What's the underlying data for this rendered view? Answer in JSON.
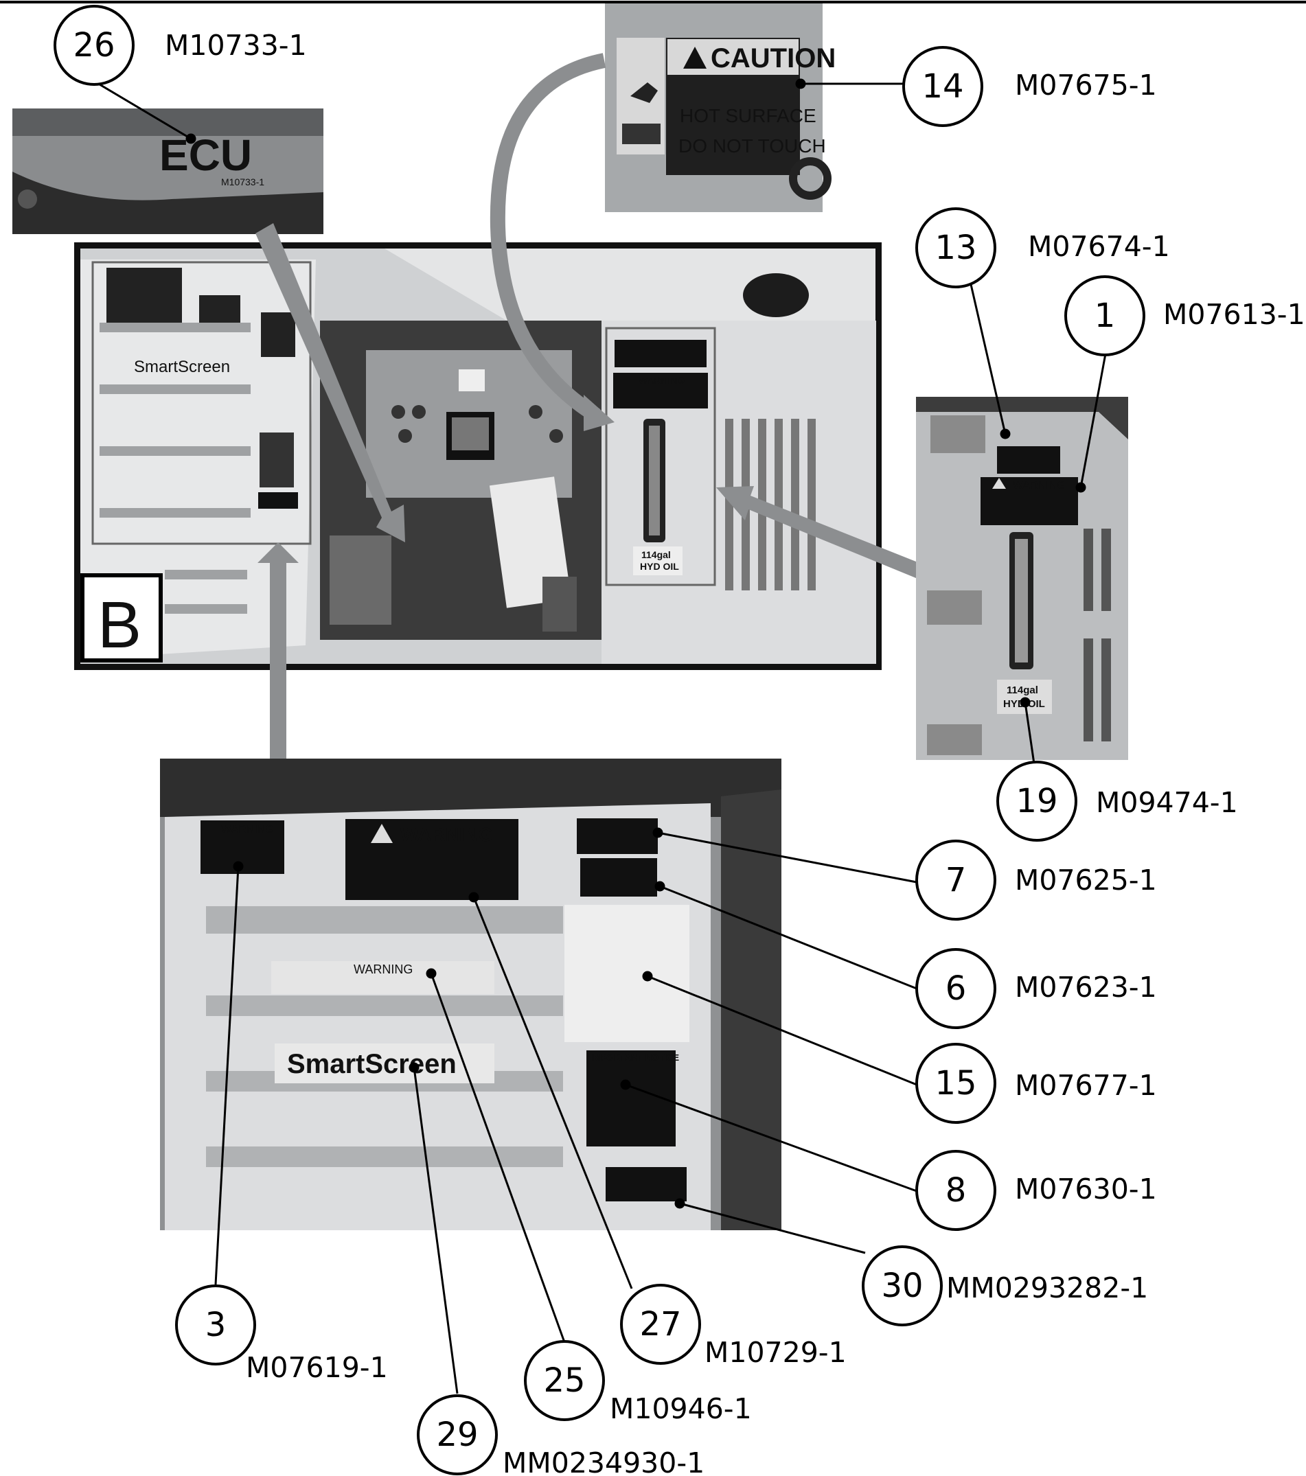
{
  "photo_labels": {
    "ecu_text": "ECU",
    "ecu_code": "M10733-1",
    "caution_title": "CAUTION",
    "caution_line1": "HOT SURFACE",
    "caution_line2": "DO NOT TOUCH",
    "oil_qty": "114gal",
    "oil_type": "HYD OIL",
    "smartscreen": "SmartScreen",
    "warning": "WARNING",
    "important_notice": "IMPORTANT NOTICE",
    "view_letter": "B"
  },
  "callouts": [
    {
      "number": "26",
      "part": "M10733-1"
    },
    {
      "number": "14",
      "part": "M07675-1"
    },
    {
      "number": "13",
      "part": "M07674-1"
    },
    {
      "number": "1",
      "part": "M07613-1"
    },
    {
      "number": "19",
      "part": "M09474-1"
    },
    {
      "number": "7",
      "part": "M07625-1"
    },
    {
      "number": "6",
      "part": "M07623-1"
    },
    {
      "number": "15",
      "part": "M07677-1"
    },
    {
      "number": "8",
      "part": "M07630-1"
    },
    {
      "number": "30",
      "part": "MM0293282-1"
    },
    {
      "number": "3",
      "part": "M07619-1"
    },
    {
      "number": "27",
      "part": "M10729-1"
    },
    {
      "number": "25",
      "part": "M10946-1"
    },
    {
      "number": "29",
      "part": "MM0234930-1"
    }
  ]
}
